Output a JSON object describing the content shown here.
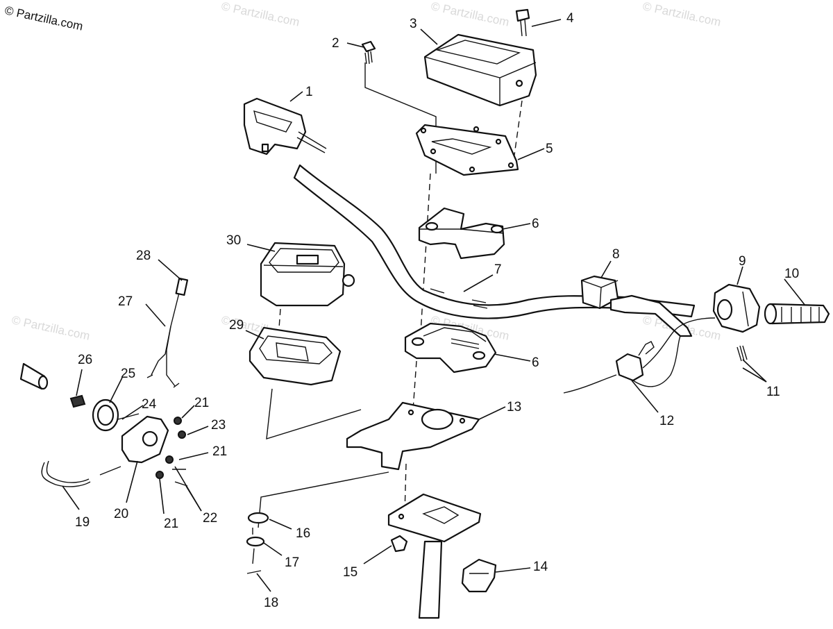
{
  "watermark": {
    "main": "© Partzilla.com",
    "faint": "© Partzilla.com"
  },
  "callouts": {
    "c1": "1",
    "c2": "2",
    "c3": "3",
    "c4": "4",
    "c5": "5",
    "c6a": "6",
    "c6b": "6",
    "c7": "7",
    "c8": "8",
    "c9": "9",
    "c10": "10",
    "c11": "11",
    "c12": "12",
    "c13": "13",
    "c14": "14",
    "c15": "15",
    "c16": "16",
    "c17": "17",
    "c18": "18",
    "c19": "19",
    "c20": "20",
    "c21a": "21",
    "c21b": "21",
    "c21c": "21",
    "c22": "22",
    "c23": "23",
    "c24": "24",
    "c25": "25",
    "c26": "26",
    "c27": "27",
    "c28": "28",
    "c29": "29",
    "c30": "30"
  }
}
